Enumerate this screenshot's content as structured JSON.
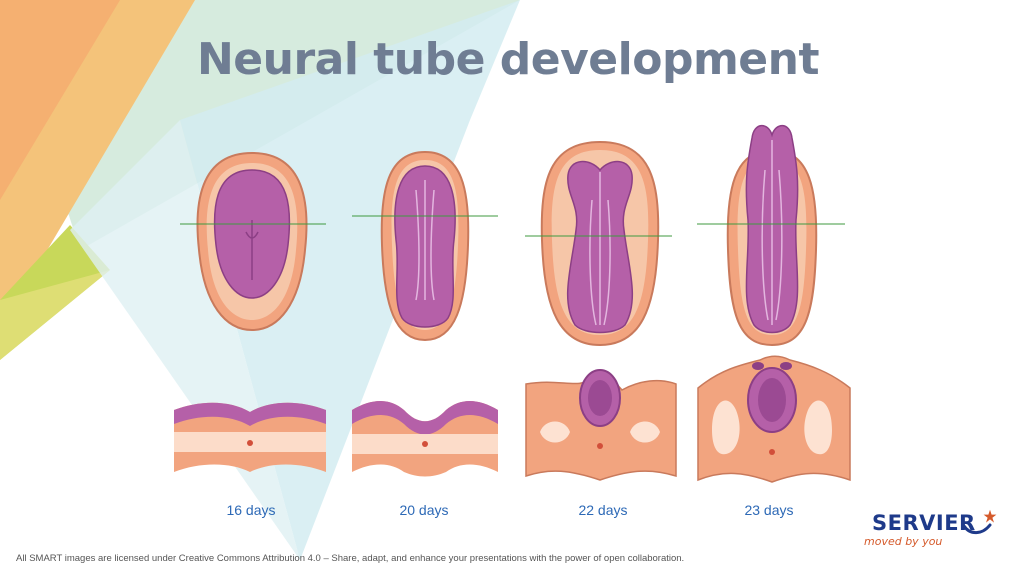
{
  "slide": {
    "title": "Neural tube development",
    "stages": [
      {
        "label": "16 days"
      },
      {
        "label": "20 days"
      },
      {
        "label": "22 days"
      },
      {
        "label": "23 days"
      }
    ],
    "footer": "All SMART images are licensed under Creative Commons Attribution 4.0 – Share, adapt, and enhance your presentations with the power of open collaboration.",
    "logo": {
      "name": "SERVIER",
      "tagline": "moved by you",
      "icon": "star-icon"
    },
    "colors": {
      "title": "#6f7d93",
      "label": "#2d69b6",
      "embryo_outer": "#f2a47f",
      "embryo_inner": "#f6c6a8",
      "neural": "#b560a8",
      "section_line": "#3f9a3f",
      "logo_blue": "#1e3a8a",
      "logo_orange": "#d55a2b"
    }
  }
}
